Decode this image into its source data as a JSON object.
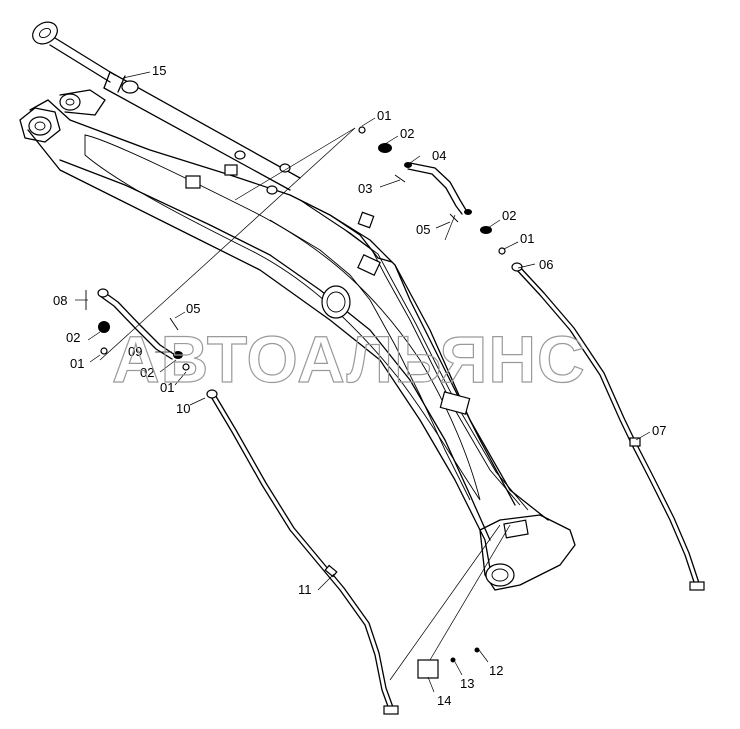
{
  "watermark": "АВТОАЛЬЯНС",
  "callouts": {
    "c15": "15",
    "c01_top": "01",
    "c02_top": "02",
    "c04": "04",
    "c03": "03",
    "c05_right": "05",
    "c02_right": "02",
    "c01_right": "01",
    "c06": "06",
    "c07": "07",
    "c08": "08",
    "c05_left": "05",
    "c02_left": "02",
    "c01_left": "01",
    "c09": "09",
    "c02_mid": "02",
    "c01_mid": "01",
    "c10": "10",
    "c11": "11",
    "c12": "12",
    "c13": "13",
    "c14": "14"
  }
}
